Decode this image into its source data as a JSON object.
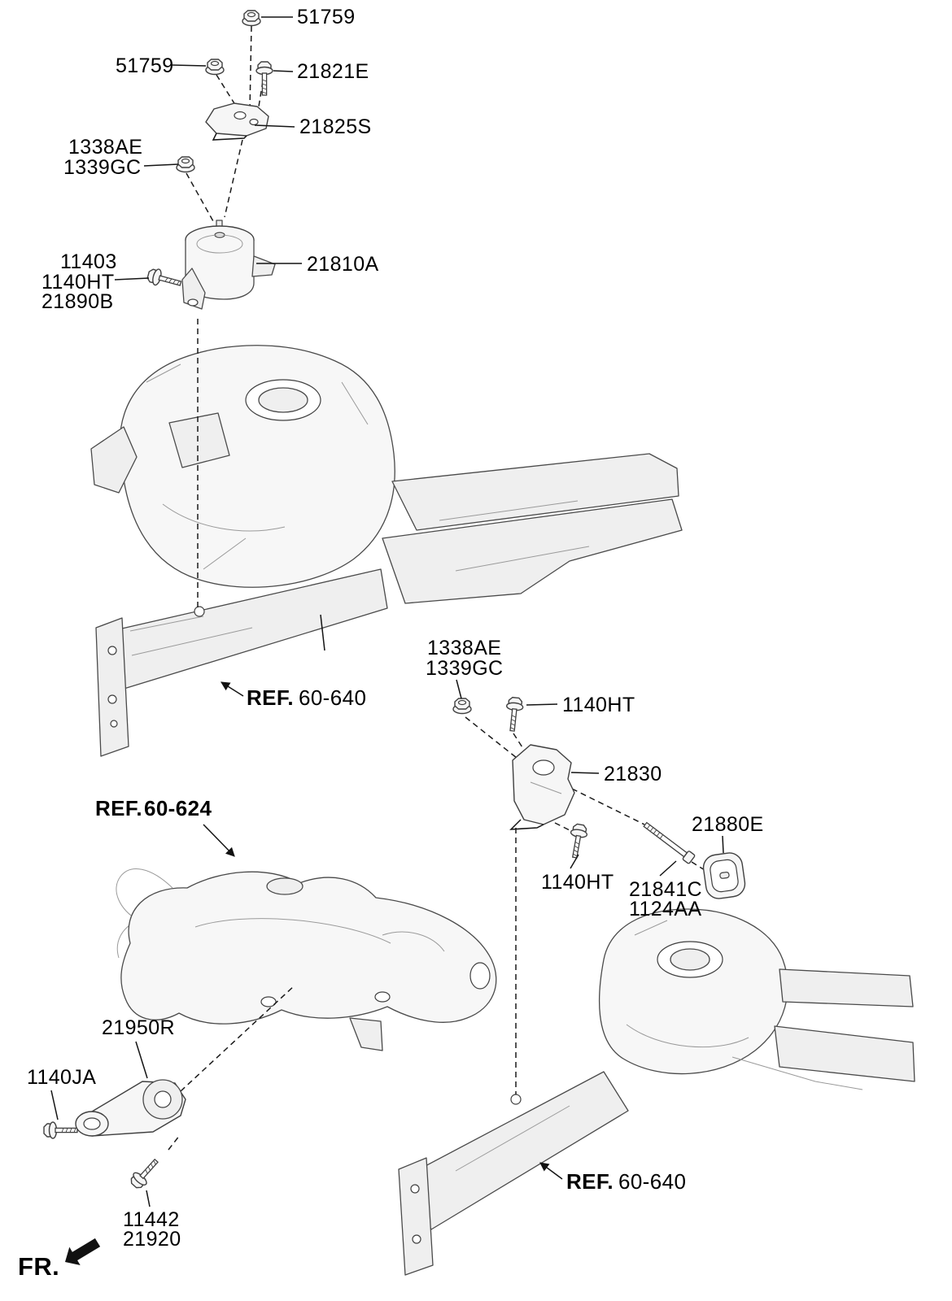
{
  "colors": {
    "background": "#ffffff",
    "line": "#3f3f3f",
    "text": "#000000"
  },
  "part_labels": {
    "l51759_top": "51759",
    "l51759_left": "51759",
    "l21821E": "21821E",
    "l21825S": "21825S",
    "l1338AE_a": "1338AE",
    "l1339GC_a": "1339GC",
    "l11403": "11403",
    "l1140HT_a": "1140HT",
    "l21890B": "21890B",
    "l21810A": "21810A",
    "l1338AE_b": "1338AE",
    "l1339GC_b": "1339GC",
    "l1140HT_b": "1140HT",
    "l21830": "21830",
    "l21880E": "21880E",
    "l1140HT_c": "1140HT",
    "l21841C": "21841C",
    "l1124AA": "1124AA",
    "l21950R": "21950R",
    "l1140JA": "1140JA",
    "l11442": "11442",
    "l21920": "21920"
  },
  "refs": {
    "upper": {
      "prefix": "REF.",
      "number": "60-640"
    },
    "cross": {
      "prefix": "REF.",
      "number": "60-624"
    },
    "lower": {
      "prefix": "REF.",
      "number": "60-640"
    }
  },
  "direction": {
    "fr": "FR."
  }
}
